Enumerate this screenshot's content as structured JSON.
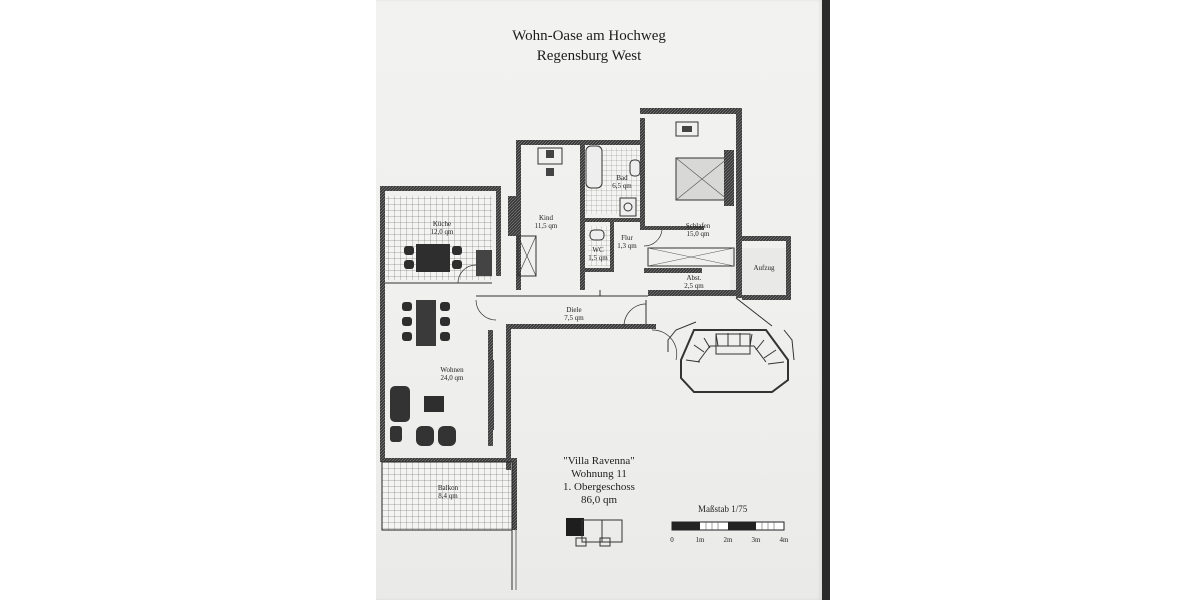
{
  "header": {
    "title_line1": "Wohn-Oase am Hochweg",
    "title_line2": "Regensburg West"
  },
  "rooms": [
    {
      "id": "kueche",
      "name": "Küche",
      "area": "12,0 qm"
    },
    {
      "id": "kind",
      "name": "Kind",
      "area": "11,5 qm"
    },
    {
      "id": "bad",
      "name": "Bad",
      "area": "6,5 qm"
    },
    {
      "id": "flur",
      "name": "Flur",
      "area": "1,3 qm"
    },
    {
      "id": "wc",
      "name": "WC",
      "area": "1,5 qm"
    },
    {
      "id": "schlafen",
      "name": "Schlafen",
      "area": "15,0 qm"
    },
    {
      "id": "abst",
      "name": "Abst.",
      "area": "2,5 qm"
    },
    {
      "id": "aufzug",
      "name": "Aufzug",
      "area": ""
    },
    {
      "id": "diele",
      "name": "Diele",
      "area": "7,5 qm"
    },
    {
      "id": "wohnen",
      "name": "Wohnen",
      "area": "24,0 qm"
    },
    {
      "id": "balkon",
      "name": "Balkon",
      "area": "8,4 qm"
    }
  ],
  "caption": {
    "line1": "\"Villa Ravenna\"",
    "line2": "Wohnung 11",
    "line3": "1. Obergeschoss",
    "line4": "86,0 qm"
  },
  "scale": {
    "title": "Maßstab 1/75",
    "ticks": [
      "0",
      "1m",
      "2m",
      "3m",
      "4m"
    ]
  }
}
